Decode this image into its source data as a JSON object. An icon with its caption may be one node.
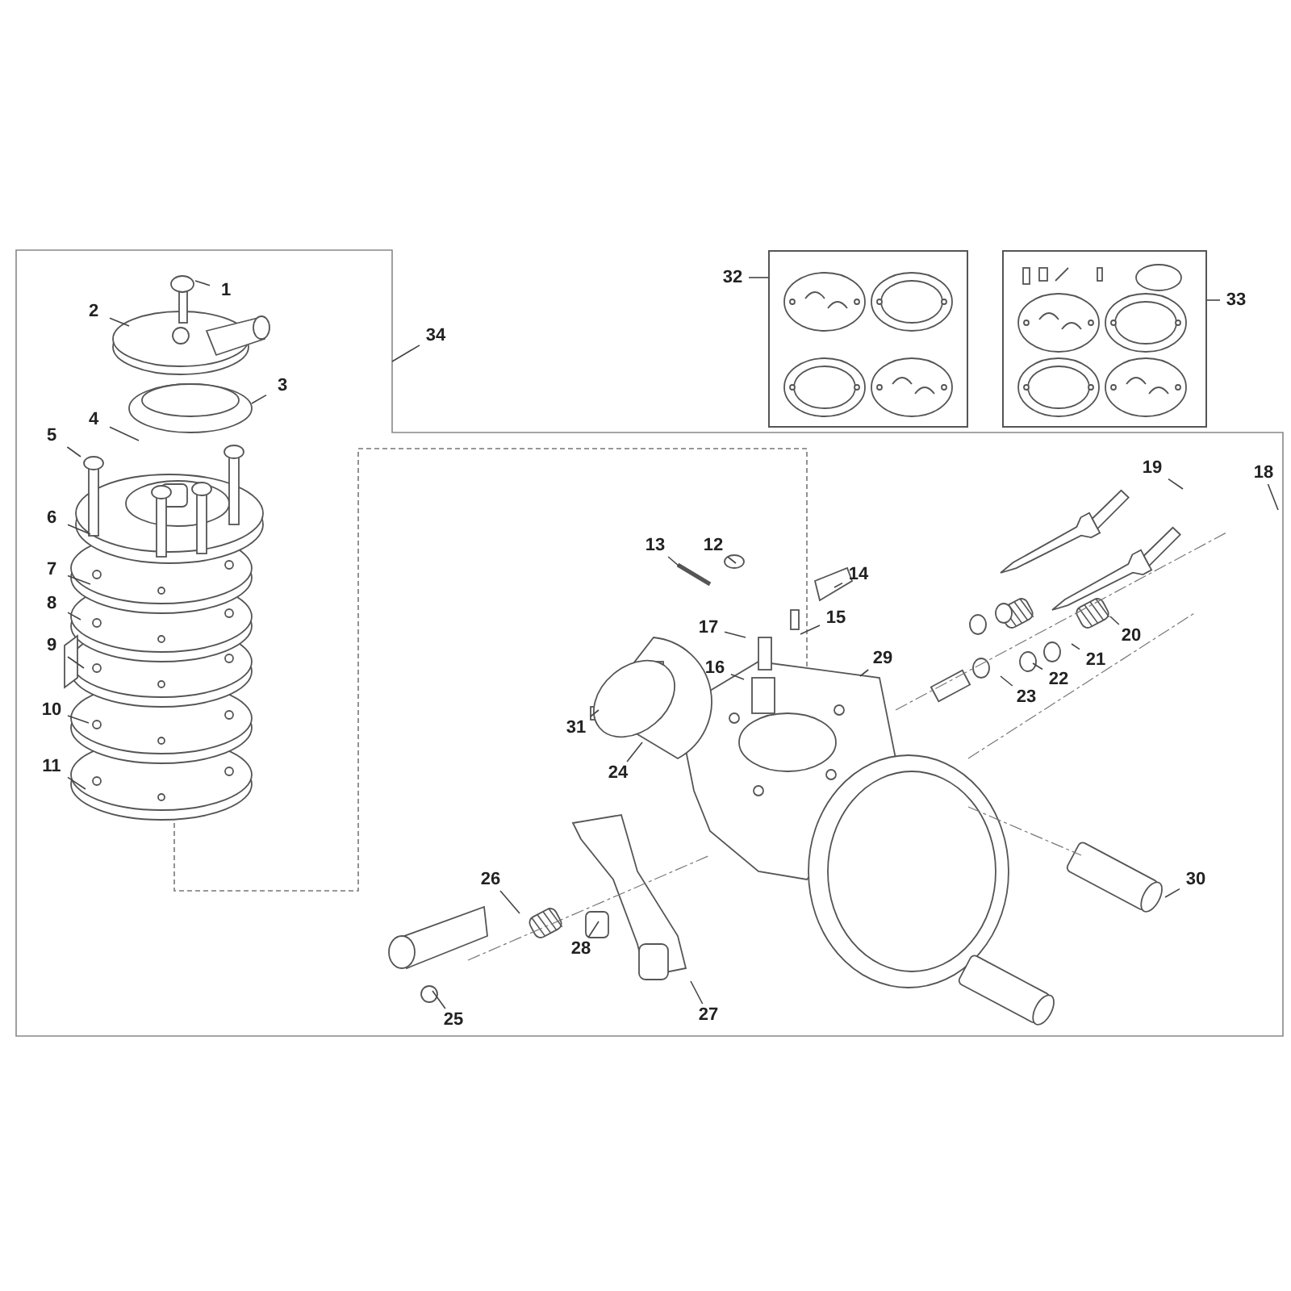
{
  "diagram": {
    "nodes": [
      {
        "text": [
          "1"
        ]
      },
      {
        "text": [
          "2"
        ]
      },
      {
        "text": [
          "3"
        ]
      },
      {
        "text": [
          "4"
        ]
      },
      {
        "text": [
          "5"
        ]
      },
      {
        "text": [
          "6"
        ]
      },
      {
        "text": [
          "7"
        ]
      },
      {
        "text": [
          "8"
        ]
      },
      {
        "text": [
          "9"
        ]
      },
      {
        "text": [
          "10"
        ]
      },
      {
        "text": [
          "11"
        ]
      },
      {
        "text": [
          "12"
        ]
      },
      {
        "text": [
          "13"
        ]
      },
      {
        "text": [
          "14"
        ]
      },
      {
        "text": [
          "15"
        ]
      },
      {
        "text": [
          "16"
        ]
      },
      {
        "text": [
          "17"
        ]
      },
      {
        "text": [
          "18"
        ]
      },
      {
        "text": [
          "19"
        ]
      },
      {
        "text": [
          "20"
        ]
      },
      {
        "text": [
          "21"
        ]
      },
      {
        "text": [
          "22"
        ]
      },
      {
        "text": [
          "23"
        ]
      },
      {
        "text": [
          "24"
        ]
      },
      {
        "text": [
          "25"
        ]
      },
      {
        "text": [
          "26"
        ]
      },
      {
        "text": [
          "27"
        ]
      },
      {
        "text": [
          "28"
        ]
      },
      {
        "text": [
          "29"
        ]
      },
      {
        "text": [
          "30"
        ]
      },
      {
        "text": [
          "31"
        ]
      },
      {
        "text": [
          "32"
        ]
      },
      {
        "text": [
          "33"
        ]
      },
      {
        "text": [
          "34"
        ]
      },
      {
        "text": [],
        "shape": "box"
      },
      {
        "text": [],
        "shape": "box"
      }
    ],
    "edges": [
      {
        "from": 0,
        "to": null,
        "arrow": "none"
      },
      {
        "from": 1,
        "to": null,
        "arrow": "none"
      },
      {
        "from": 2,
        "to": null,
        "arrow": "none"
      },
      {
        "from": 3,
        "to": null,
        "arrow": "none"
      },
      {
        "from": 4,
        "to": null,
        "arrow": "none"
      },
      {
        "from": 5,
        "to": null,
        "arrow": "none"
      },
      {
        "from": 6,
        "to": null,
        "arrow": "none"
      },
      {
        "from": 7,
        "to": null,
        "arrow": "none"
      },
      {
        "from": 8,
        "to": null,
        "arrow": "none"
      },
      {
        "from": 9,
        "to": null,
        "arrow": "none"
      },
      {
        "from": 10,
        "to": null,
        "arrow": "none"
      },
      {
        "from": 11,
        "to": null,
        "arrow": "none"
      },
      {
        "from": 12,
        "to": null,
        "arrow": "none"
      },
      {
        "from": 13,
        "to": null,
        "arrow": "none"
      },
      {
        "from": 14,
        "to": null,
        "arrow": "none"
      },
      {
        "from": 15,
        "to": null,
        "arrow": "none"
      },
      {
        "from": 16,
        "to": null,
        "arrow": "none"
      },
      {
        "from": 17,
        "to": null,
        "arrow": "none"
      },
      {
        "from": 18,
        "to": null,
        "arrow": "none"
      },
      {
        "from": 19,
        "to": null,
        "arrow": "none"
      },
      {
        "from": 20,
        "to": null,
        "arrow": "none"
      },
      {
        "from": 21,
        "to": null,
        "arrow": "none"
      },
      {
        "from": 22,
        "to": null,
        "arrow": "none"
      },
      {
        "from": 23,
        "to": null,
        "arrow": "none"
      },
      {
        "from": 24,
        "to": null,
        "arrow": "none"
      },
      {
        "from": 25,
        "to": null,
        "arrow": "none"
      },
      {
        "from": 26,
        "to": null,
        "arrow": "none"
      },
      {
        "from": 27,
        "to": null,
        "arrow": "none"
      },
      {
        "from": 28,
        "to": null,
        "arrow": "none"
      },
      {
        "from": 29,
        "to": null,
        "arrow": "none"
      },
      {
        "from": 30,
        "to": null,
        "arrow": "none"
      },
      {
        "from": 31,
        "to": 34,
        "arrow": "none"
      },
      {
        "from": 32,
        "to": 35,
        "arrow": "none"
      },
      {
        "from": 33,
        "to": null,
        "arrow": "none"
      }
    ]
  }
}
